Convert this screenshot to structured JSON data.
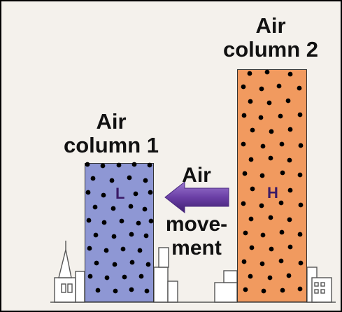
{
  "columns": [
    {
      "title_line1": "Air",
      "title_line2": "column 1",
      "pressure": "L",
      "fill": "#8e97d4"
    },
    {
      "title_line1": "Air",
      "title_line2": "column 2",
      "pressure": "H",
      "fill": "#f19a5f"
    }
  ],
  "movement": {
    "line1": "Air",
    "line2": "move-",
    "line3": "ment",
    "arrow_color": "#6b3fa6"
  },
  "colors": {
    "background": "#f4f1ec",
    "dot": "#000000",
    "buildings": "#555555"
  }
}
